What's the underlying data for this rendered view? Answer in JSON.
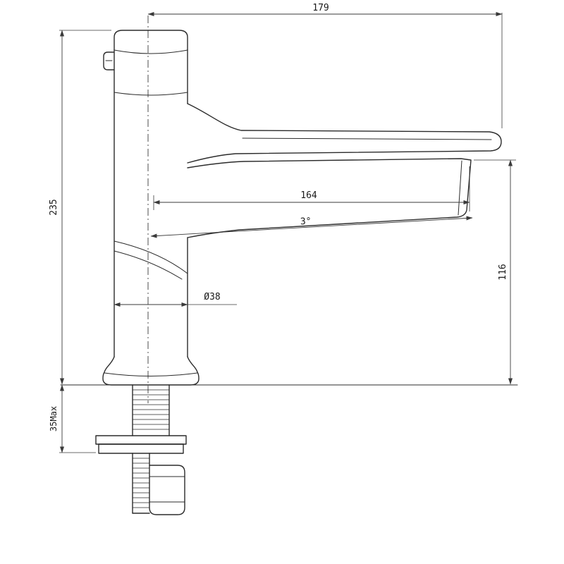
{
  "drawing": {
    "title": "faucet-dimension-drawing",
    "dimensions": {
      "top_width": "179",
      "total_height": "235",
      "spout_reach": "164",
      "spout_angle": "3°",
      "spout_height": "116",
      "body_diameter": "Ø38",
      "deck_thickness": "35Max"
    },
    "colors": {
      "line": "#2b2b2b",
      "dimension_line": "#3a3a3a",
      "background": "#ffffff"
    }
  }
}
